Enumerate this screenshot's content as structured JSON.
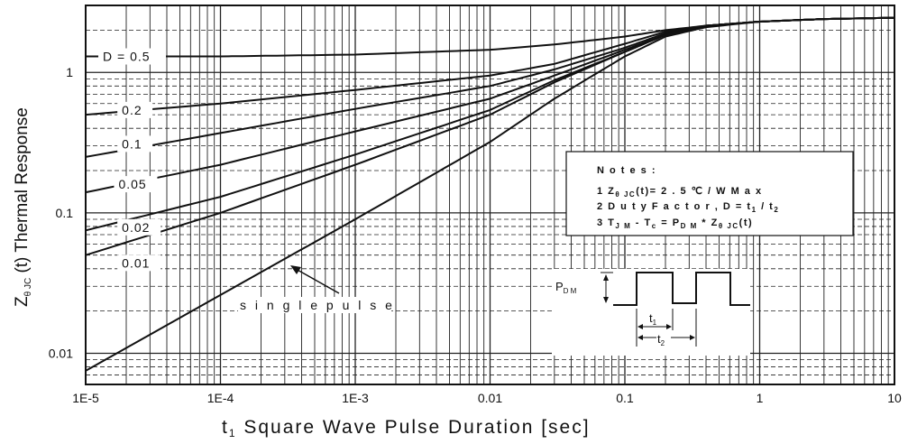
{
  "chart_data": {
    "type": "line",
    "xscale": "log",
    "yscale": "log",
    "xlim": [
      1e-05,
      10
    ],
    "ylim": [
      0.006,
      3
    ],
    "grid": true,
    "xlabel": "t1 Square Wave Pulse Duration [sec]",
    "xlabel_main": "t",
    "xlabel_sub": "1",
    "xlabel_rest": " Square Wave Pulse Duration [sec]",
    "ylabel": "Zθ JC (t) Thermal Response",
    "ylabel_main": "Z",
    "ylabel_sub": "θ JC",
    "ylabel_rest": " (t) Thermal Response",
    "x_ticks": [
      {
        "value": 1e-05,
        "label": "1E-5"
      },
      {
        "value": 0.0001,
        "label": "1E-4"
      },
      {
        "value": 0.001,
        "label": "1E-3"
      },
      {
        "value": 0.01,
        "label": "0.01"
      },
      {
        "value": 0.1,
        "label": "0.1"
      },
      {
        "value": 1,
        "label": "1"
      },
      {
        "value": 10,
        "label": "10"
      }
    ],
    "y_ticks": [
      {
        "value": 1,
        "label": "1"
      },
      {
        "value": 0.1,
        "label": "0.1"
      },
      {
        "value": 0.01,
        "label": "0.01"
      }
    ],
    "series": [
      {
        "name": "D=0.5",
        "x": [
          1e-05,
          0.0001,
          0.001,
          0.01,
          0.03,
          0.1,
          0.2,
          0.4,
          1,
          3,
          10
        ],
        "y": [
          1.3,
          1.3,
          1.34,
          1.45,
          1.58,
          1.8,
          2.0,
          2.15,
          2.3,
          2.4,
          2.45
        ]
      },
      {
        "name": "0.2",
        "x": [
          1e-05,
          0.0001,
          0.001,
          0.01,
          0.03,
          0.1,
          0.2,
          0.4,
          1,
          3,
          10
        ],
        "y": [
          0.5,
          0.6,
          0.75,
          0.95,
          1.15,
          1.6,
          1.95,
          2.15,
          2.3,
          2.4,
          2.45
        ]
      },
      {
        "name": "0.1",
        "x": [
          1e-05,
          0.0001,
          0.001,
          0.01,
          0.03,
          0.1,
          0.2,
          0.4,
          1,
          3,
          10
        ],
        "y": [
          0.25,
          0.37,
          0.55,
          0.8,
          1.05,
          1.5,
          1.9,
          2.15,
          2.3,
          2.4,
          2.45
        ]
      },
      {
        "name": "0.05",
        "x": [
          1e-05,
          0.0001,
          0.001,
          0.01,
          0.03,
          0.1,
          0.2,
          0.4,
          1,
          3,
          10
        ],
        "y": [
          0.14,
          0.22,
          0.38,
          0.65,
          0.95,
          1.45,
          1.85,
          2.15,
          2.3,
          2.4,
          2.45
        ]
      },
      {
        "name": "0.02",
        "x": [
          1e-05,
          0.0001,
          0.001,
          0.01,
          0.03,
          0.1,
          0.2,
          0.4,
          1,
          3,
          10
        ],
        "y": [
          0.075,
          0.13,
          0.26,
          0.54,
          0.88,
          1.4,
          1.85,
          2.15,
          2.3,
          2.4,
          2.45
        ]
      },
      {
        "name": "0.01",
        "x": [
          1e-05,
          0.0001,
          0.001,
          0.01,
          0.03,
          0.1,
          0.2,
          0.4,
          1,
          3,
          10
        ],
        "y": [
          0.05,
          0.1,
          0.22,
          0.5,
          0.85,
          1.4,
          1.85,
          2.15,
          2.3,
          2.4,
          2.45
        ]
      },
      {
        "name": "single pulse",
        "x": [
          1e-05,
          0.0001,
          0.001,
          0.01,
          0.03,
          0.1,
          0.2,
          0.4,
          1,
          3,
          10
        ],
        "y": [
          0.0075,
          0.026,
          0.09,
          0.32,
          0.65,
          1.3,
          1.8,
          2.1,
          2.3,
          2.4,
          2.45
        ]
      }
    ],
    "curve_labels": [
      {
        "text": "D = 0.5",
        "x": 1.3e-05,
        "y": 1.3
      },
      {
        "text": "0.2",
        "x": 1.8e-05,
        "y": 0.54
      },
      {
        "text": "0.1",
        "x": 1.8e-05,
        "y": 0.31
      },
      {
        "text": "0.05",
        "x": 1.7e-05,
        "y": 0.16
      },
      {
        "text": "0.02",
        "x": 1.8e-05,
        "y": 0.079
      },
      {
        "text": "0.01",
        "x": 1.8e-05,
        "y": 0.044
      }
    ],
    "single_pulse_label": {
      "text": "s i n g l e   p u l s e",
      "x": 0.00012,
      "y": 0.024
    },
    "notes": {
      "title": "N o t e s :",
      "line1_a": "1  Z",
      "line1_sub": "θ  JC",
      "line1_b": "(t)= 2 . 5 ℃  / W   M a x",
      "line2_a": "2  D u t y  F a c t o r ,  D = t",
      "line2_sub1": "1",
      "line2_b": " / t",
      "line2_sub2": "2",
      "line3_a": "3  T",
      "line3_sub1": "J M",
      "line3_b": " - T",
      "line3_sub2": "c",
      "line3_c": " = P",
      "line3_sub3": "D M",
      "line3_d": " * Z",
      "line3_sub4": "θ  JC",
      "line3_e": "(t)"
    },
    "pulse_diagram": {
      "pdm_main": "P",
      "pdm_sub": "D M",
      "t1_main": "t",
      "t1_sub": "1",
      "t2_main": "t",
      "t2_sub": "2"
    },
    "colors": {
      "line": "#111111",
      "grid": "#222222",
      "background": "#ffffff"
    }
  }
}
